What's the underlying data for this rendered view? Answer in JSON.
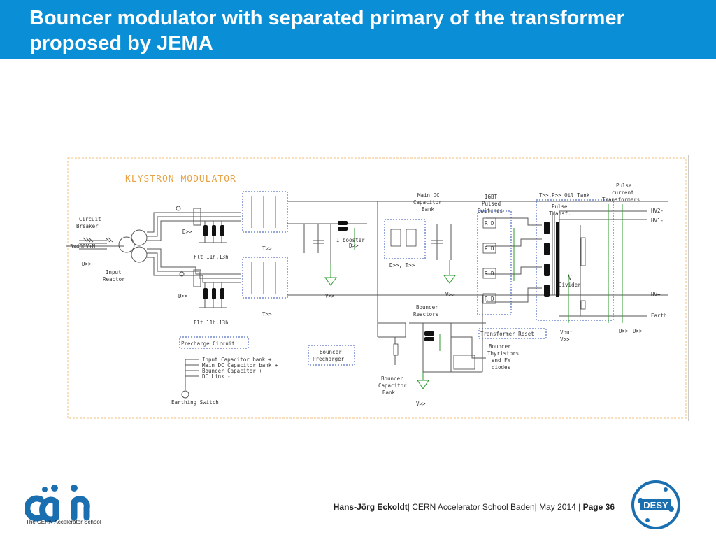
{
  "slide": {
    "title": "Bouncer modulator with separated primary of the transformer proposed by JEMA",
    "colors": {
      "header": "#0a8fd6",
      "title_text": "#ffffff",
      "diagram_frame": "#f2c07c",
      "logo_blue": "#1a6fb0"
    }
  },
  "diagram": {
    "heading": "KLYSTRON MODULATOR",
    "labels": {
      "circuit_breaker": [
        "Circuit",
        "Breaker"
      ],
      "mains": "3x400V+N",
      "input_reactor": [
        "Input",
        "Reactor"
      ],
      "filter_top": "Flt 11h,13h",
      "filter_bottom": "Flt 11h,13h",
      "t_top": "T>>",
      "t_bottom": "T>>",
      "d_left1": "D>>",
      "d_left2": "D>>",
      "d_left3": "D>>",
      "i_booster": "I_booster",
      "booster_d": "D>>",
      "booster_dt": "D>>, T>>",
      "v_left": "V>>",
      "main_dc": [
        "Main DC",
        "Capacitor",
        "Bank"
      ],
      "v_main": "V>>",
      "igbt": [
        "IGBT",
        "Pulsed",
        "Switches"
      ],
      "oil_tank": "T>>,P>> Oil Tank",
      "pulse_transf": [
        "Pulse",
        "Transf."
      ],
      "v_divider": [
        "V",
        "Divider"
      ],
      "pulse_ct": [
        "Pulse",
        "current",
        "Transformers"
      ],
      "hv2": "HV2-",
      "hv1": "HV1-",
      "hvplus": "HV+",
      "earth": "Earth",
      "bouncer_reactors": [
        "Bouncer",
        "Reactors"
      ],
      "transformer_reset": "Transformer Reset",
      "vout": [
        "Vout",
        "V>>"
      ],
      "d_right1": "D>>",
      "d_right2": "D>>",
      "bouncer_thyristors": [
        "Bouncer",
        "Thyristors",
        "and FW",
        "diodes"
      ],
      "bouncer_precharger": [
        "Bouncer",
        "Precharger"
      ],
      "bouncer_cap_bank": [
        "Bouncer",
        "Capacitor",
        "Bank"
      ],
      "v_bouncer": "V>>",
      "precharge": "Precharge Circuit",
      "earthing_lines": [
        "Input Capacitor bank +",
        "Main DC Capacitor bank +",
        "Bouncer Capacitor +",
        "DC Link -"
      ],
      "earthing_switch": "Earthing Switch",
      "switch_box_labels": [
        "R D",
        "R D",
        "R D",
        "R D"
      ]
    }
  },
  "footer": {
    "author": "Hans-Jörg Eckoldt",
    "event": "CERN Accelerator School Baden",
    "date": "May 2014",
    "page": "Page 36",
    "school_name": "The CERN Accelerator School",
    "desy_text": "DESY"
  }
}
